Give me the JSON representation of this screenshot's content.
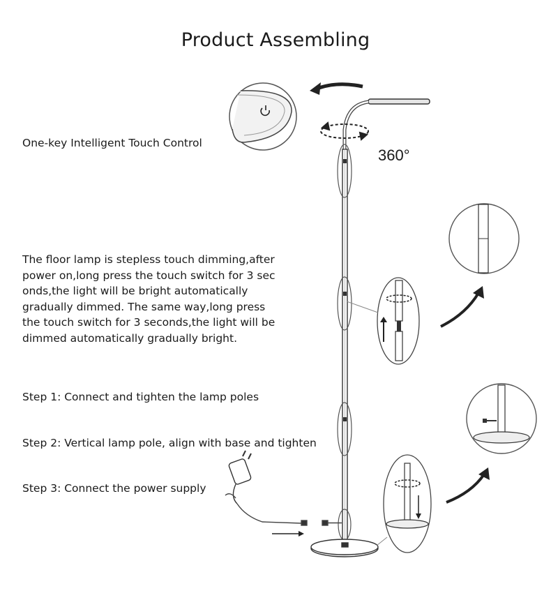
{
  "title": "Product Assembling",
  "touch_label": "One-key Intelligent Touch Control",
  "rotation_label": "360°",
  "description_lines": [
    "The floor lamp is stepless touch dimming,after",
    "power on,long press the touch switch for 3 sec",
    "onds,the light will be bright automatically",
    "gradually  dimmed. The same way,long press",
    "the touch switch for 3 seconds,the light will be",
    "dimmed automatically gradually bright."
  ],
  "steps": [
    "Step 1: Connect and tighten the lamp poles",
    "Step 2: Vertical lamp pole, align with base and tighten",
    "Step 3: Connect the power supply"
  ],
  "icons": [
    "touch-power-icon",
    "rotate-arrow-icon",
    "plug-adapter-icon"
  ]
}
